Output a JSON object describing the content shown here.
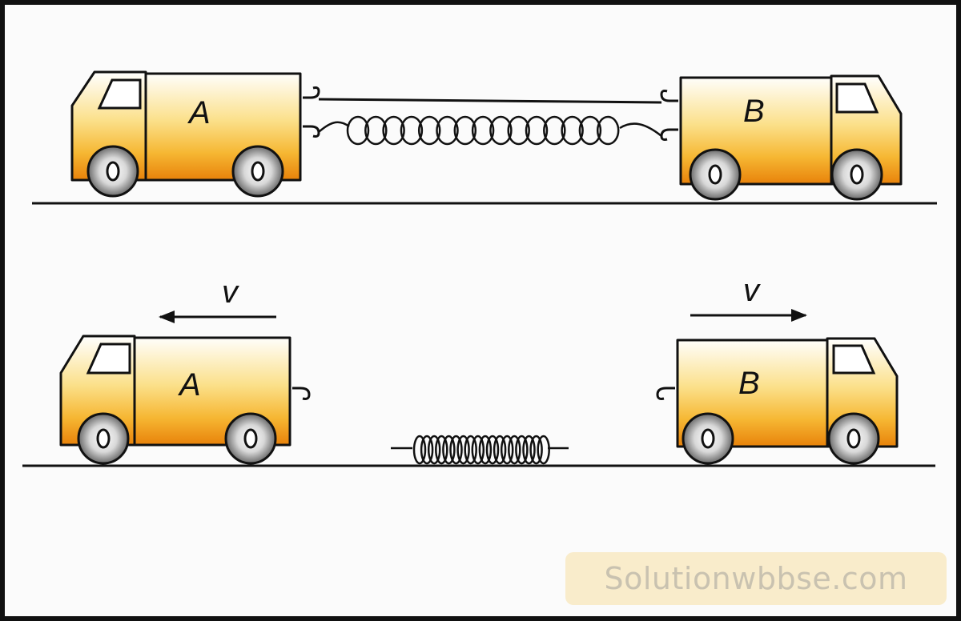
{
  "figure": {
    "top": {
      "truck_left_label": "A",
      "truck_right_label": "B"
    },
    "bottom": {
      "truck_left_label": "A",
      "truck_right_label": "B",
      "velocity_left_label": "v",
      "velocity_right_label": "v"
    }
  },
  "watermark": "Solutionwbbse.com",
  "colors": {
    "truck_top": "#ffffff",
    "truck_mid": "#f8c040",
    "truck_bottom": "#e8820a",
    "outline": "#111111",
    "watermark_bg": "#f9eccb"
  }
}
